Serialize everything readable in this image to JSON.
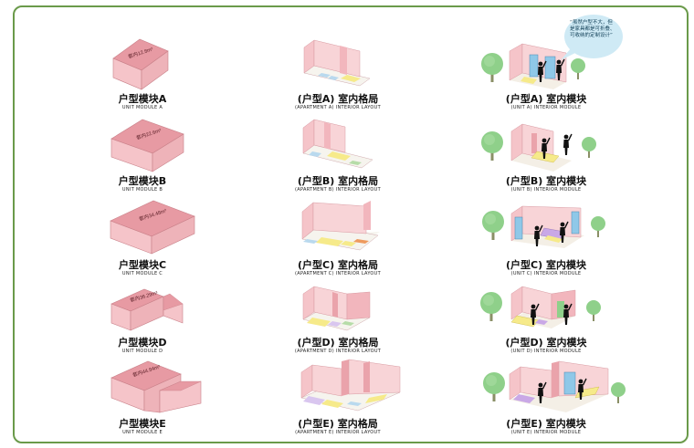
{
  "modules": [
    {
      "area_label": "套内12.8m²",
      "title": "户型模块A",
      "subtitle": "UNIT MODULE A",
      "layout_title": "(户型A) 室内格局",
      "layout_subtitle": "(APARTMENT A)  INTERIOR LAYOUT",
      "interior_title": "(户型A) 室内模块",
      "interior_subtitle": "(UNIT A)  INTERIOR MODULE"
    },
    {
      "area_label": "套内22.6m²",
      "title": "户型模块B",
      "subtitle": "UNIT MODULE B",
      "layout_title": "(户型B) 室内格局",
      "layout_subtitle": "(APARTMENT B)  INTERIOR LAYOUT",
      "interior_title": "(户型B) 室内模块",
      "interior_subtitle": "(UNIT B)  INTERIOR MODULE"
    },
    {
      "area_label": "套内34.48m²",
      "title": "户型模块C",
      "subtitle": "UNIT MODULE C",
      "layout_title": "(户型C) 室内格局",
      "layout_subtitle": "(APARTMENT C)  INTERIOR LAYOUT",
      "interior_title": "(户型C) 室内模块",
      "interior_subtitle": "(UNIT C)  INTERIOR MODULE"
    },
    {
      "area_label": "套内36.29m²",
      "title": "户型模块D",
      "subtitle": "UNIT MODULE D",
      "layout_title": "(户型D) 室内格局",
      "layout_subtitle": "(APARTMENT D)  INTERIOR LAYOUT",
      "interior_title": "(户型D) 室内模块",
      "interior_subtitle": "(UNIT D)  INTERIOR MODULE"
    },
    {
      "area_label": "套内44.84m²",
      "title": "户型模块E",
      "subtitle": "UNIT MODULE E",
      "layout_title": "(户型E) 室内格局",
      "layout_subtitle": "(APARTMENT E)  INTERIOR LAYOUT",
      "interior_title": "(户型E) 室内模块",
      "interior_subtitle": "(UNIT E)  INTERIOR MODULE"
    }
  ],
  "speech_bubble": {
    "text": "“虽然户型不大，但是家具都是可折叠、可收纳的定制设计”"
  },
  "colors": {
    "frame": "#6a9a4a",
    "box_top": "#e79aa3",
    "box_front": "#f5c4c9",
    "box_side": "#eeb3b9",
    "tree": "#8fd08a",
    "bubble": "#cfeaf5"
  }
}
